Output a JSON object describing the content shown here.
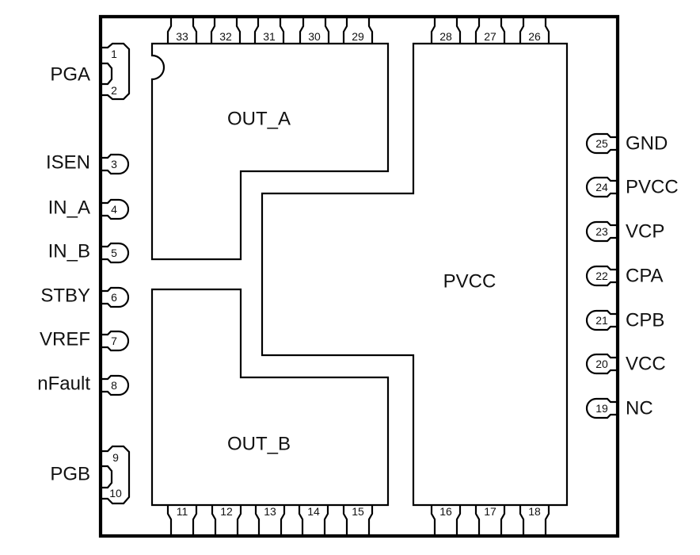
{
  "diagram": {
    "type": "ic-package-pinout",
    "colors": {
      "stroke": "#000000",
      "background": "#ffffff",
      "text": "#111111"
    },
    "pads": [
      {
        "id": "out-a",
        "label": "OUT_A"
      },
      {
        "id": "out-b",
        "label": "OUT_B"
      },
      {
        "id": "pvcc",
        "label": "PVCC"
      }
    ],
    "left_signals": [
      {
        "label": "PGA",
        "pins": [
          "1",
          "2"
        ]
      },
      {
        "label": "ISEN",
        "pins": [
          "3"
        ]
      },
      {
        "label": "IN_A",
        "pins": [
          "4"
        ]
      },
      {
        "label": "IN_B",
        "pins": [
          "5"
        ]
      },
      {
        "label": "STBY",
        "pins": [
          "6"
        ]
      },
      {
        "label": "VREF",
        "pins": [
          "7"
        ]
      },
      {
        "label": "nFault",
        "pins": [
          "8"
        ]
      },
      {
        "label": "PGB",
        "pins": [
          "9",
          "10"
        ]
      }
    ],
    "right_signals": [
      {
        "label": "GND",
        "pin": "25"
      },
      {
        "label": "PVCC",
        "pin": "24"
      },
      {
        "label": "VCP",
        "pin": "23"
      },
      {
        "label": "CPA",
        "pin": "22"
      },
      {
        "label": "CPB",
        "pin": "21"
      },
      {
        "label": "VCC",
        "pin": "20"
      },
      {
        "label": "NC",
        "pin": "19"
      }
    ],
    "top_pins": [
      "33",
      "32",
      "31",
      "30",
      "29",
      "28",
      "27",
      "26"
    ],
    "bottom_pins": [
      "11",
      "12",
      "13",
      "14",
      "15",
      "16",
      "17",
      "18"
    ]
  }
}
